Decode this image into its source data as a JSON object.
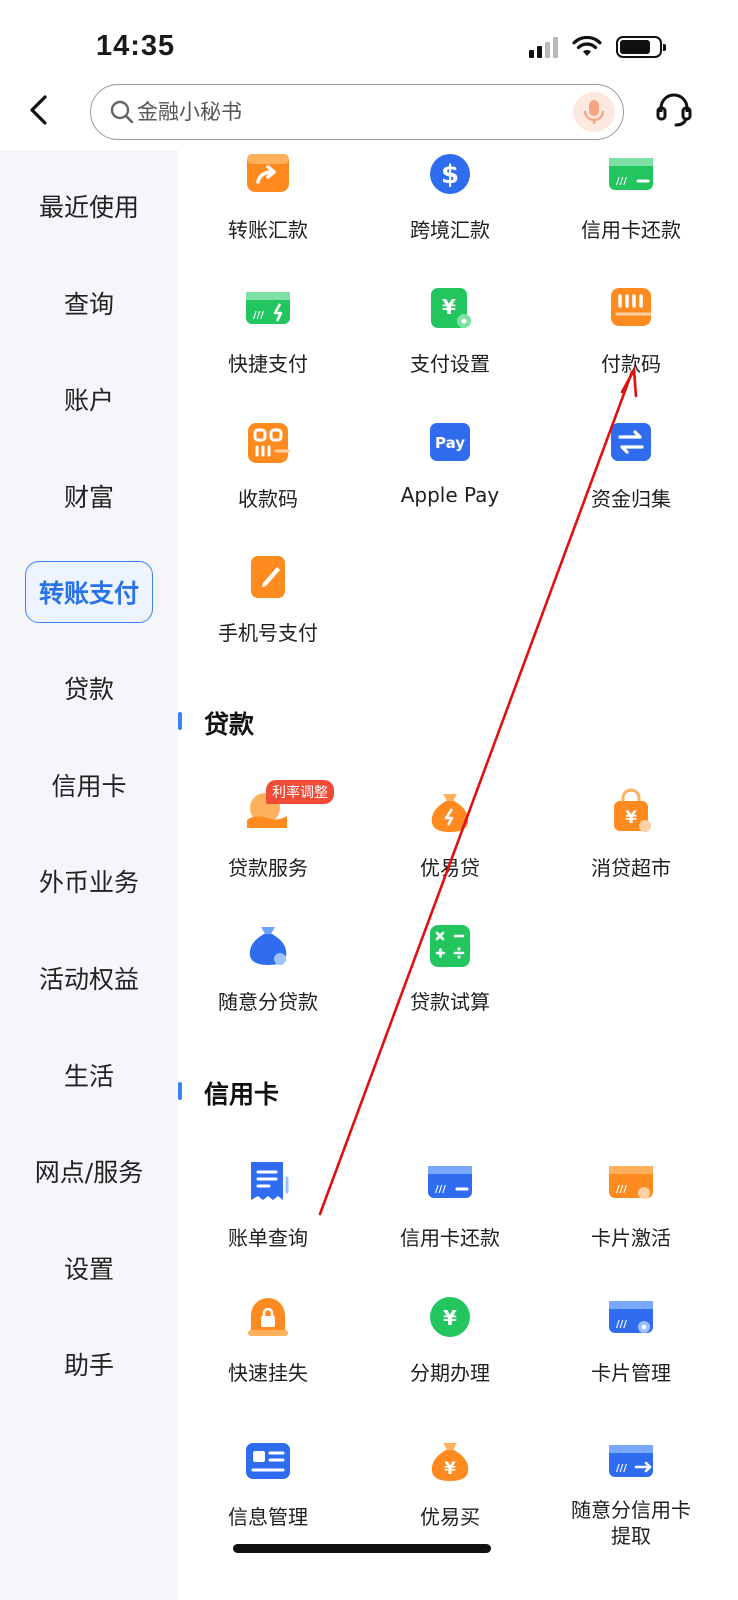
{
  "status_bar": {
    "time": "14:35"
  },
  "search": {
    "placeholder": "金融小秘书"
  },
  "sidebar": {
    "items": [
      {
        "label": "最近使用"
      },
      {
        "label": "查询"
      },
      {
        "label": "账户"
      },
      {
        "label": "财富"
      },
      {
        "label": "转账支付",
        "active": true
      },
      {
        "label": "贷款"
      },
      {
        "label": "信用卡"
      },
      {
        "label": "外币业务"
      },
      {
        "label": "活动权益"
      },
      {
        "label": "生活"
      },
      {
        "label": "网点/服务"
      },
      {
        "label": "设置"
      },
      {
        "label": "助手"
      }
    ]
  },
  "transfer": {
    "items": [
      {
        "label": "转账汇款",
        "icon": "transfer-icon"
      },
      {
        "label": "跨境汇款",
        "icon": "dollar-icon"
      },
      {
        "label": "信用卡还款",
        "icon": "card-icon"
      },
      {
        "label": "快捷支付",
        "icon": "card-lightning-icon"
      },
      {
        "label": "支付设置",
        "icon": "yuan-gear-icon"
      },
      {
        "label": "付款码",
        "icon": "barcode-icon"
      },
      {
        "label": "收款码",
        "icon": "qr-code-icon"
      },
      {
        "label": "Apple Pay",
        "icon": "pay-icon"
      },
      {
        "label": "资金归集",
        "icon": "exchange-icon"
      },
      {
        "label": "手机号支付",
        "icon": "phone-edit-icon"
      }
    ]
  },
  "loan": {
    "title": "贷款",
    "items": [
      {
        "label": "贷款服务",
        "icon": "loan-service-icon",
        "tag": "利率调整"
      },
      {
        "label": "优易贷",
        "icon": "money-bag-icon"
      },
      {
        "label": "消贷超市",
        "icon": "shopping-bag-icon"
      },
      {
        "label": "随意分贷款",
        "icon": "blue-bag-icon"
      },
      {
        "label": "贷款试算",
        "icon": "calculator-icon"
      }
    ]
  },
  "credit_card": {
    "title": "信用卡",
    "items": [
      {
        "label": "账单查询",
        "icon": "bill-icon"
      },
      {
        "label": "信用卡还款",
        "icon": "card-icon"
      },
      {
        "label": "卡片激活",
        "icon": "card-key-icon"
      },
      {
        "label": "快速挂失",
        "icon": "alarm-lock-icon"
      },
      {
        "label": "分期办理",
        "icon": "yuan-circle-icon"
      },
      {
        "label": "卡片管理",
        "icon": "card-gear-icon"
      },
      {
        "label": "信息管理",
        "icon": "id-card-icon"
      },
      {
        "label": "优易买",
        "icon": "money-bag-icon"
      },
      {
        "label": "随意分信用卡提取",
        "icon": "card-arrow-icon"
      }
    ]
  },
  "colors": {
    "accent": "#2a72e8",
    "orange": "#ff8a1f",
    "green": "#22c55e",
    "blue": "#2f6cf0",
    "annotation": "#e01010"
  }
}
